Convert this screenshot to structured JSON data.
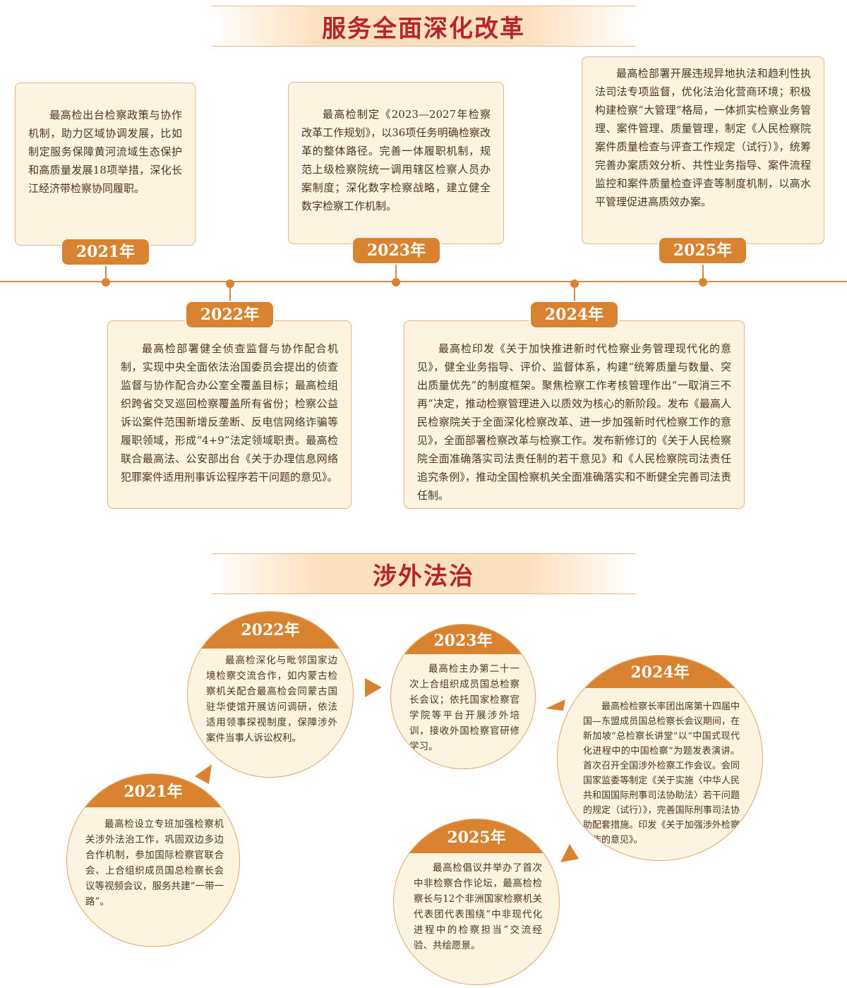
{
  "section1": {
    "title": "服务全面深化改革",
    "cards": [
      {
        "year": "2021年",
        "text": "最高检出台检察政策与协作机制，助力区域协调发展，比如制定服务保障黄河流域生态保护和高质量发展18项举措，深化长江经济带检察协同履职。"
      },
      {
        "year": "2022年",
        "text": "最高检部署健全侦查监督与协作配合机制，实现中央全面依法治国委员会提出的侦查监督与协作配合办公室全覆盖目标；最高检组织跨省交叉巡回检察覆盖所有省份；检察公益诉讼案件范围新增反垄断、反电信网络诈骗等履职领域，形成“4+9”法定领域职责。最高检联合最高法、公安部出台《关于办理信息网络犯罪案件适用刑事诉讼程序若干问题的意见》。"
      },
      {
        "year": "2023年",
        "text": "最高检制定《2023—2027年检察改革工作规划》，以36项任务明确检察改革的整体路径。完善一体履职机制，规范上级检察院统一调用辖区检察人员办案制度；深化数字检察战略，建立健全数字检察工作机制。"
      },
      {
        "year": "2024年",
        "text": "最高检印发《关于加快推进新时代检察业务管理现代化的意见》，健全业务指导、评价、监督体系，构建“统筹质量与数量、突出质量优先”的制度框架。聚焦检察工作考核管理作出“一取消三不再”决定，推动检察管理进入以质效为核心的新阶段。发布《最高人民检察院关于全面深化检察改革、进一步加强新时代检察工作的意见》，全面部署检察改革与检察工作。发布新修订的《关于人民检察院全面准确落实司法责任制的若干意见》和《人民检察院司法责任追究条例》，推动全国检察机关全面准确落实和不断健全完善司法责任制。"
      },
      {
        "year": "2025年",
        "text": "最高检部署开展违规异地执法和趋利性执法司法专项监督，优化法治化营商环境；积极构建检察“大管理”格局，一体抓实检察业务管理、案件管理、质量管理，制定《人民检察院案件质量检查与评查工作规定（试行）》，统筹完善办案质效分析、共性业务指导、案件流程监控和案件质量检查评查等制度机制，以高水平管理促进高质效办案。"
      }
    ]
  },
  "section2": {
    "title": "涉外法治",
    "circles": [
      {
        "year": "2021年",
        "text": "最高检设立专班加强检察机关涉外法治工作，巩固双边多边合作机制，参加国际检察官联合会、上合组织成员国总检察长会议等视频会议，服务共建“一带一路”。"
      },
      {
        "year": "2022年",
        "text": "最高检深化与毗邻国家边境检察交流合作，如内蒙古检察机关配合最高检会同蒙古国驻华使馆开展访问调研，依法适用领事探视制度，保障涉外案件当事人诉讼权利。"
      },
      {
        "year": "2023年",
        "text": "最高检主办第二十一次上合组织成员国总检察长会议；依托国家检察官学院等平台开展涉外培训，接收外国检察官研修学习。"
      },
      {
        "year": "2024年",
        "text": "最高检检察长率团出席第十四届中国—东盟成员国总检察长会议期间，在新加坡“总检察长讲堂”以“中国式现代化进程中的中国检察”为题发表演讲。首次召开全国涉外检察工作会议。会同国家监委等制定《关于实施〈中华人民共和国国际刑事司法协助法〉若干问题的规定（试行）》，完善国际刑事司法协助配套措施。印发《关于加强涉外检察工作的意见》。"
      },
      {
        "year": "2025年",
        "text": "最高检倡议并举办了首次中非检察合作论坛，最高检检察长与12个非洲国家检察机关代表团代表围绕“中非现代化进程中的检察担当”交流经验、共绘愿景。"
      }
    ]
  },
  "colors": {
    "accent": "#d98331",
    "title_red": "#b8222a",
    "card_bg": "#fdf3e1",
    "card_border": "#e7b683"
  }
}
